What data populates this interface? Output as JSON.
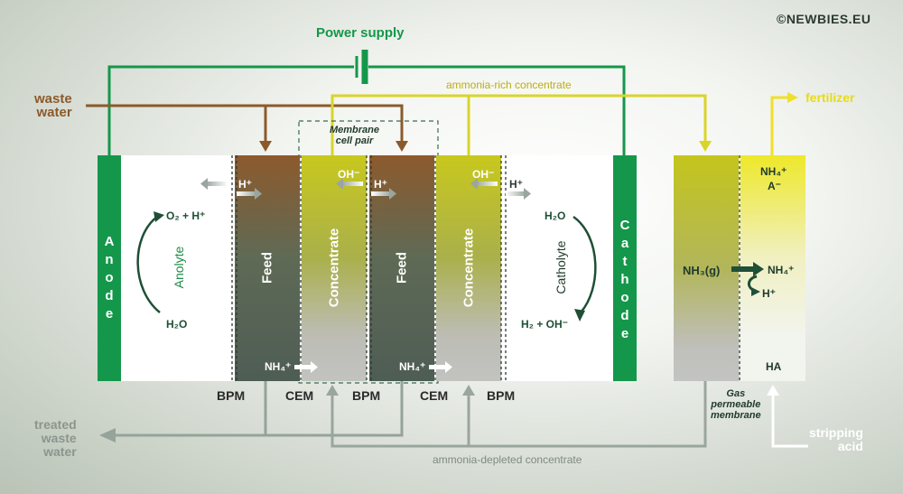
{
  "copyright": "©NEWBIES.EU",
  "power_supply": "Power supply",
  "waste_water": [
    "waste",
    "water"
  ],
  "ammonia_rich": "ammonia-rich concentrate",
  "fertilizer": "fertilizer",
  "membrane_cell_pair": [
    "Membrane",
    "cell pair"
  ],
  "anode": [
    "A",
    "n",
    "o",
    "d",
    "e"
  ],
  "cathode": [
    "C",
    "a",
    "t",
    "h",
    "o",
    "d",
    "e"
  ],
  "anolyte": "Anolyte",
  "catholyte": "Catholyte",
  "feed": "Feed",
  "concentrate": "Concentrate",
  "species": {
    "oh": "OH⁻",
    "h": "H⁺",
    "o2h": "O₂ + H⁺",
    "h2o": "H₂O",
    "h2oh": "H₂ + OH⁻",
    "nh4": "NH₄⁺",
    "nh3g": "NH₃(g)",
    "nh4a": "NH₄⁺",
    "a": "A⁻",
    "ha": "HA"
  },
  "membranes": {
    "bpm": "BPM",
    "cem": "CEM"
  },
  "gas_membrane": [
    "Gas",
    "permeable",
    "membrane"
  ],
  "treated": [
    "treated",
    "waste",
    "water"
  ],
  "stripping": [
    "stripping",
    "acid"
  ],
  "ammonia_depleted": "ammonia-depleted concentrate",
  "colors": {
    "green": "#14974a",
    "brown": "#8b5a2b",
    "yellow": "#e6de1c",
    "olive": "#b8bf1e",
    "grey": "#95a39a"
  }
}
